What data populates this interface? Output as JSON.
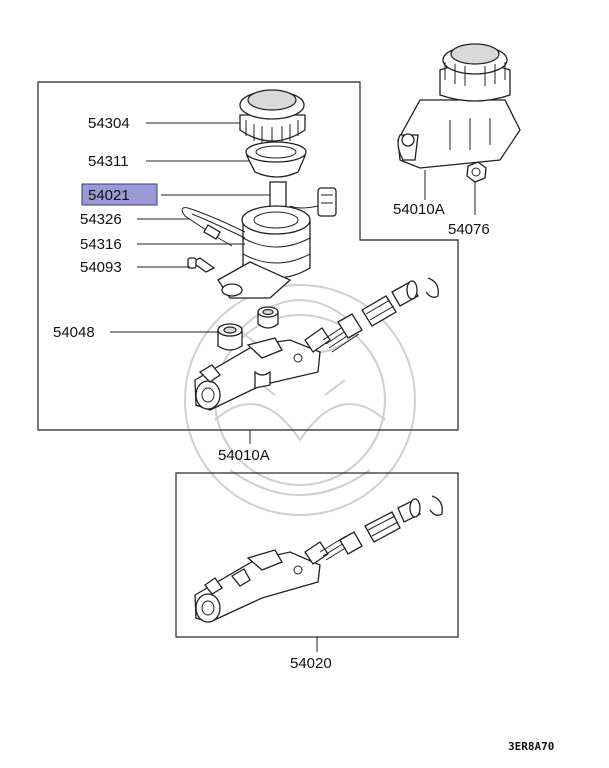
{
  "labels": {
    "p54304": "54304",
    "p54311": "54311",
    "p54021": "54021",
    "p54326": "54326",
    "p54316": "54316",
    "p54093": "54093",
    "p54048": "54048",
    "p54010a_top": "54010A",
    "p54076": "54076",
    "p54010a_box": "54010A",
    "p54020": "54020"
  },
  "highlight_color": "#9a9ad6",
  "diagram_code": "3ER8A70"
}
